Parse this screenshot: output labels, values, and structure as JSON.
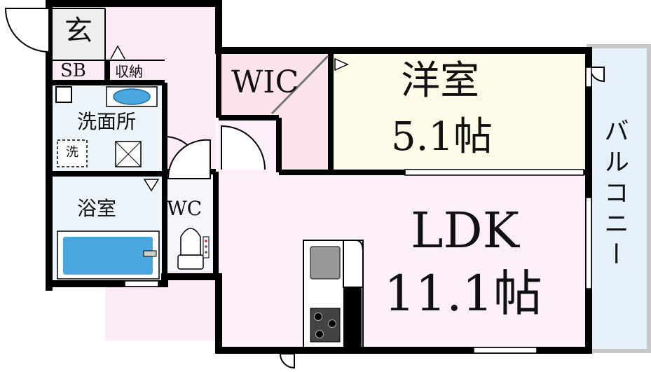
{
  "rooms": {
    "entrance": {
      "label": "玄"
    },
    "shoe_box": {
      "label": "SB"
    },
    "storage": {
      "label": "収納"
    },
    "washroom": {
      "label": "洗面所",
      "washer_label": "洗"
    },
    "bathroom": {
      "label": "浴室"
    },
    "toilet": {
      "label": "WC"
    },
    "walk_in_closet": {
      "label": "WIC"
    },
    "western_room": {
      "label": "洋室",
      "size": "5.1帖"
    },
    "ldk": {
      "label": "LDK",
      "size": "11.1帖"
    },
    "balcony": {
      "label": "バルコニー"
    }
  },
  "colors": {
    "wall": "#000000",
    "corridor_pink": "#fcebf5",
    "ldk_pink": "#fdf0fa",
    "wic_pink": "#fce4ea",
    "western_cream": "#fefbe9",
    "wet_blue": "#edf5fb",
    "balcony_blue": "#e6f0fa",
    "tub_blue": "#4aa6dd",
    "entrance_gray": "#eeeeee"
  }
}
